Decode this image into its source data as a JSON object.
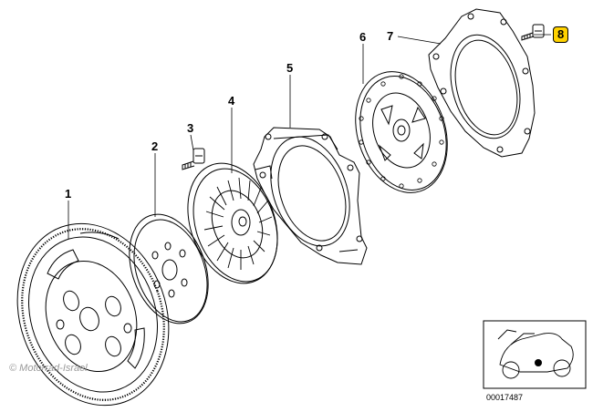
{
  "callouts": {
    "c1": "1",
    "c2": "2",
    "c3": "3",
    "c4": "4",
    "c5": "5",
    "c6": "6",
    "c7": "7",
    "c8": "8"
  },
  "watermark": "© Motorrad-Israel",
  "catalog_number": "00017487",
  "highlight_color": "#ffd200"
}
